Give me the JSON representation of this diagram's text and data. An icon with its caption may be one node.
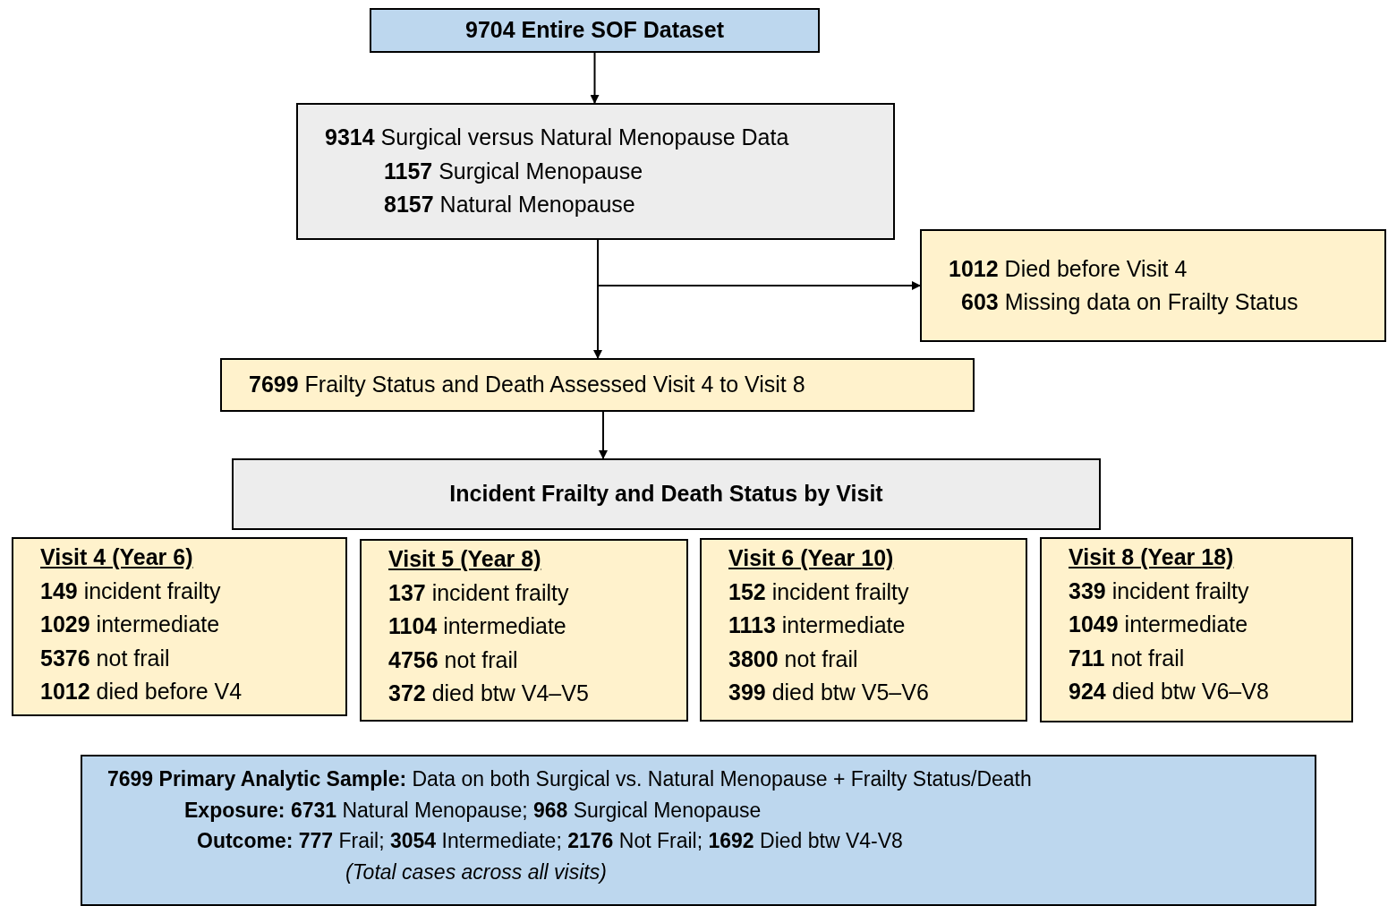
{
  "diagram": {
    "nodes": [
      {
        "text": [
          "9704 Entire SOF Dataset"
        ]
      },
      {
        "text": [
          "**9314** Surgical versus Natural Menopause Data",
          "**1157** Surgical Menopause",
          "**8157** Natural Menopause"
        ]
      },
      {
        "text": [
          "**1012** Died before Visit 4",
          "**603** Missing data on Frailty Status"
        ]
      },
      {
        "text": [
          "**7699** Frailty Status and Death Assessed Visit 4 to Visit 8"
        ]
      },
      {
        "text": [
          "Incident Frailty and Death Status by Visit"
        ]
      },
      {
        "text": [
          "Visit 4 (Year 6)",
          "**149** incident frailty",
          "**1029** intermediate",
          "**5376** not frail",
          "**1012** died before V4"
        ]
      },
      {
        "text": [
          "Visit 5 (Year 8)",
          "**137** incident frailty",
          "**1104** intermediate",
          "**4756** not frail",
          "**372** died btw V4–V5"
        ]
      },
      {
        "text": [
          "Visit 6 (Year 10)",
          "**152** incident frailty",
          "**1113** intermediate",
          "**3800** not frail",
          "**399** died btw V5–V6"
        ]
      },
      {
        "text": [
          "Visit 8 (Year 18)",
          "**339** incident frailty",
          "**1049** intermediate",
          "**711** not frail",
          "**924** died btw V6–V8"
        ]
      },
      {
        "text": [
          "**7699 Primary Analytic Sample:** Data on both Surgical vs. Natural Menopause + Frailty Status/Death",
          "**Exposure:** **6731** Natural Menopause; **968** Surgical Menopause",
          "**Outcome:** **777** Frail; **3054** Intermediate; **2176** Not Frail; **1692** Died btw V4-V8",
          "(Total cases across all visits)"
        ]
      }
    ],
    "edges": [
      {
        "from": 0,
        "to": 1,
        "arrow": "to"
      },
      {
        "from": 1,
        "to": 3,
        "arrow": "to"
      },
      {
        "from": 1,
        "to": 2,
        "arrow": "to"
      },
      {
        "from": 3,
        "to": 4,
        "arrow": "to"
      }
    ]
  }
}
